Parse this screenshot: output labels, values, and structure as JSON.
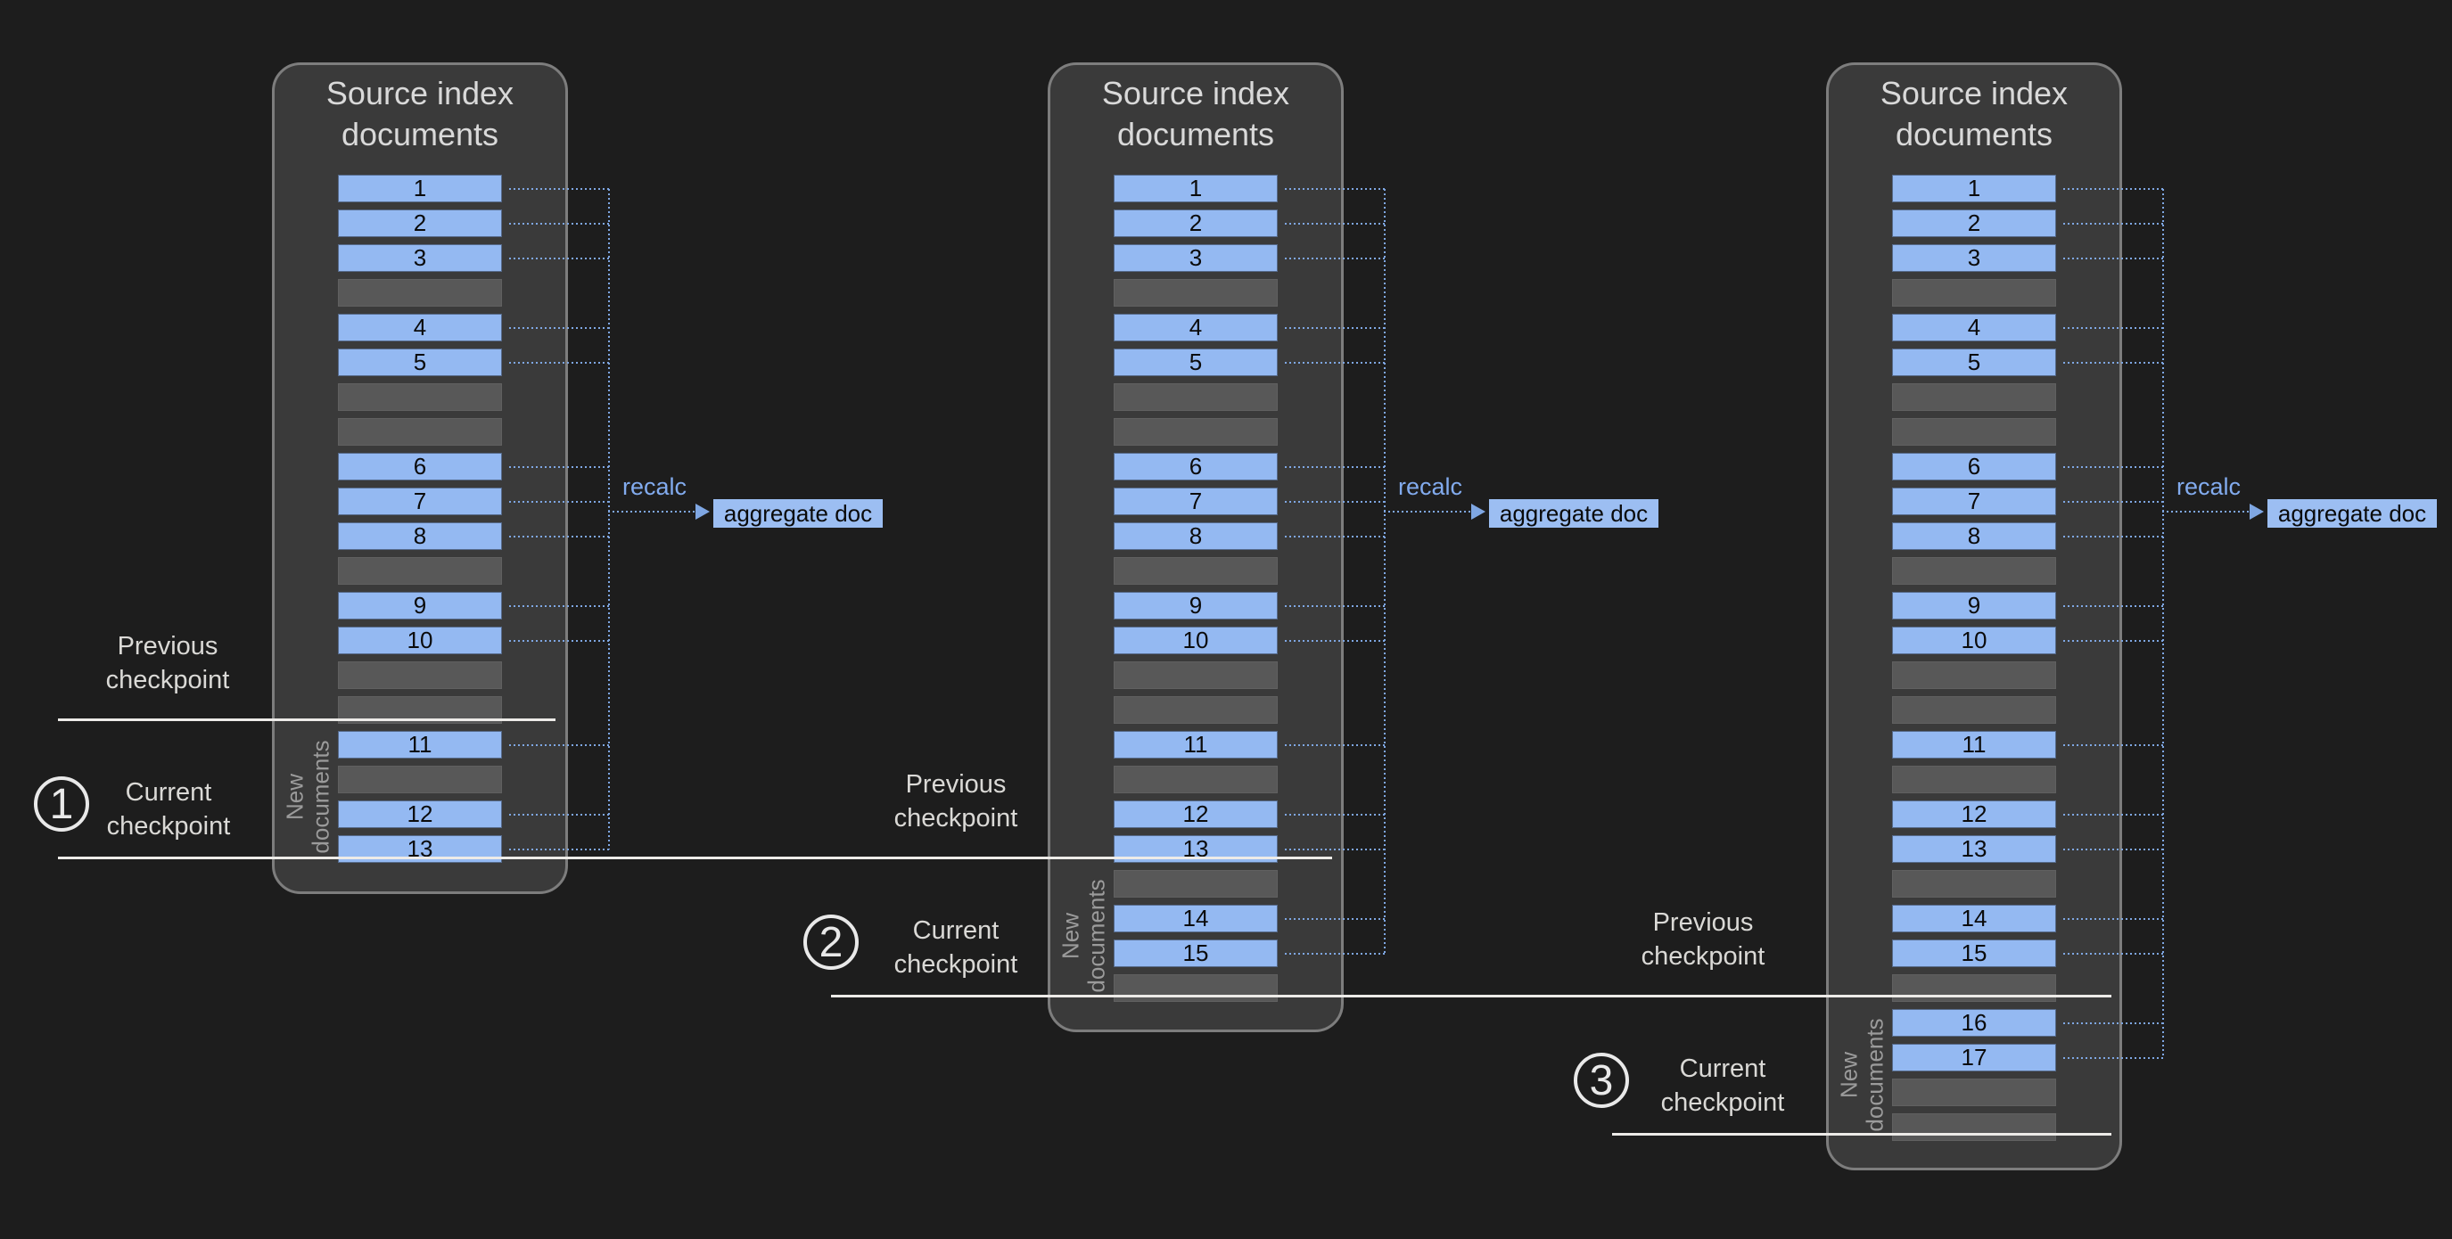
{
  "colors": {
    "page_bg": "#1d1d1d",
    "panel_bg": "#3a3a3a",
    "panel_border": "#7d7d7d",
    "title_text": "#d9d9d9",
    "doc_bar_bg": "#94b9f2",
    "doc_bar_text": "#0b0b0b",
    "empty_slot_bg": "#585858",
    "connector_blue": "#7fa7e3",
    "recalc_text": "#82abee",
    "aggregate_bg": "#9cbef2",
    "aggregate_text": "#0a0a0a",
    "checkpoint_line": "#edebe8",
    "checkpoint_label_text": "#dad9d6",
    "new_documents_text": "#9b9b9b"
  },
  "panels": [
    {
      "title": "Source index\ndocuments",
      "recalc_label": "recalc",
      "aggregate_label": "aggregate doc",
      "new_documents_label": "New\ndocuments",
      "new_documents_rows": {
        "from": 17,
        "to": 20
      },
      "previous_checkpoint_after_row": 16,
      "current_checkpoint_after_row": 20,
      "rows": [
        {
          "type": "doc",
          "label": "1"
        },
        {
          "type": "doc",
          "label": "2"
        },
        {
          "type": "doc",
          "label": "3"
        },
        {
          "type": "gap"
        },
        {
          "type": "doc",
          "label": "4"
        },
        {
          "type": "doc",
          "label": "5"
        },
        {
          "type": "gap"
        },
        {
          "type": "gap"
        },
        {
          "type": "doc",
          "label": "6"
        },
        {
          "type": "doc",
          "label": "7"
        },
        {
          "type": "doc",
          "label": "8"
        },
        {
          "type": "gap"
        },
        {
          "type": "doc",
          "label": "9"
        },
        {
          "type": "doc",
          "label": "10"
        },
        {
          "type": "gap"
        },
        {
          "type": "gap"
        },
        {
          "type": "doc",
          "label": "11"
        },
        {
          "type": "gap"
        },
        {
          "type": "doc",
          "label": "12"
        },
        {
          "type": "doc",
          "label": "13"
        }
      ]
    },
    {
      "title": "Source index\ndocuments",
      "recalc_label": "recalc",
      "aggregate_label": "aggregate doc",
      "new_documents_label": "New\ndocuments",
      "new_documents_rows": {
        "from": 21,
        "to": 24
      },
      "previous_checkpoint_after_row": 20,
      "current_checkpoint_after_row": 24,
      "rows": [
        {
          "type": "doc",
          "label": "1"
        },
        {
          "type": "doc",
          "label": "2"
        },
        {
          "type": "doc",
          "label": "3"
        },
        {
          "type": "gap"
        },
        {
          "type": "doc",
          "label": "4"
        },
        {
          "type": "doc",
          "label": "5"
        },
        {
          "type": "gap"
        },
        {
          "type": "gap"
        },
        {
          "type": "doc",
          "label": "6"
        },
        {
          "type": "doc",
          "label": "7"
        },
        {
          "type": "doc",
          "label": "8"
        },
        {
          "type": "gap"
        },
        {
          "type": "doc",
          "label": "9"
        },
        {
          "type": "doc",
          "label": "10"
        },
        {
          "type": "gap"
        },
        {
          "type": "gap"
        },
        {
          "type": "doc",
          "label": "11"
        },
        {
          "type": "gap"
        },
        {
          "type": "doc",
          "label": "12"
        },
        {
          "type": "doc",
          "label": "13"
        },
        {
          "type": "gap"
        },
        {
          "type": "doc",
          "label": "14"
        },
        {
          "type": "doc",
          "label": "15"
        },
        {
          "type": "gap"
        }
      ]
    },
    {
      "title": "Source index\ndocuments",
      "recalc_label": "recalc",
      "aggregate_label": "aggregate doc",
      "new_documents_label": "New\ndocuments",
      "new_documents_rows": {
        "from": 25,
        "to": 28
      },
      "previous_checkpoint_after_row": 24,
      "current_checkpoint_after_row": 28,
      "rows": [
        {
          "type": "doc",
          "label": "1"
        },
        {
          "type": "doc",
          "label": "2"
        },
        {
          "type": "doc",
          "label": "3"
        },
        {
          "type": "gap"
        },
        {
          "type": "doc",
          "label": "4"
        },
        {
          "type": "doc",
          "label": "5"
        },
        {
          "type": "gap"
        },
        {
          "type": "gap"
        },
        {
          "type": "doc",
          "label": "6"
        },
        {
          "type": "doc",
          "label": "7"
        },
        {
          "type": "doc",
          "label": "8"
        },
        {
          "type": "gap"
        },
        {
          "type": "doc",
          "label": "9"
        },
        {
          "type": "doc",
          "label": "10"
        },
        {
          "type": "gap"
        },
        {
          "type": "gap"
        },
        {
          "type": "doc",
          "label": "11"
        },
        {
          "type": "gap"
        },
        {
          "type": "doc",
          "label": "12"
        },
        {
          "type": "doc",
          "label": "13"
        },
        {
          "type": "gap"
        },
        {
          "type": "doc",
          "label": "14"
        },
        {
          "type": "doc",
          "label": "15"
        },
        {
          "type": "gap"
        },
        {
          "type": "doc",
          "label": "16"
        },
        {
          "type": "doc",
          "label": "17"
        },
        {
          "type": "gap"
        },
        {
          "type": "gap"
        }
      ]
    }
  ],
  "markers": [
    {
      "kind": "previous",
      "text": "Previous\ncheckpoint"
    },
    {
      "kind": "current",
      "badge": "1",
      "text": "Current\ncheckpoint"
    },
    {
      "kind": "previous",
      "text": "Previous\ncheckpoint"
    },
    {
      "kind": "current",
      "badge": "2",
      "text": "Current\ncheckpoint"
    },
    {
      "kind": "previous",
      "text": "Previous\ncheckpoint"
    },
    {
      "kind": "current",
      "badge": "3",
      "text": "Current\ncheckpoint"
    }
  ]
}
